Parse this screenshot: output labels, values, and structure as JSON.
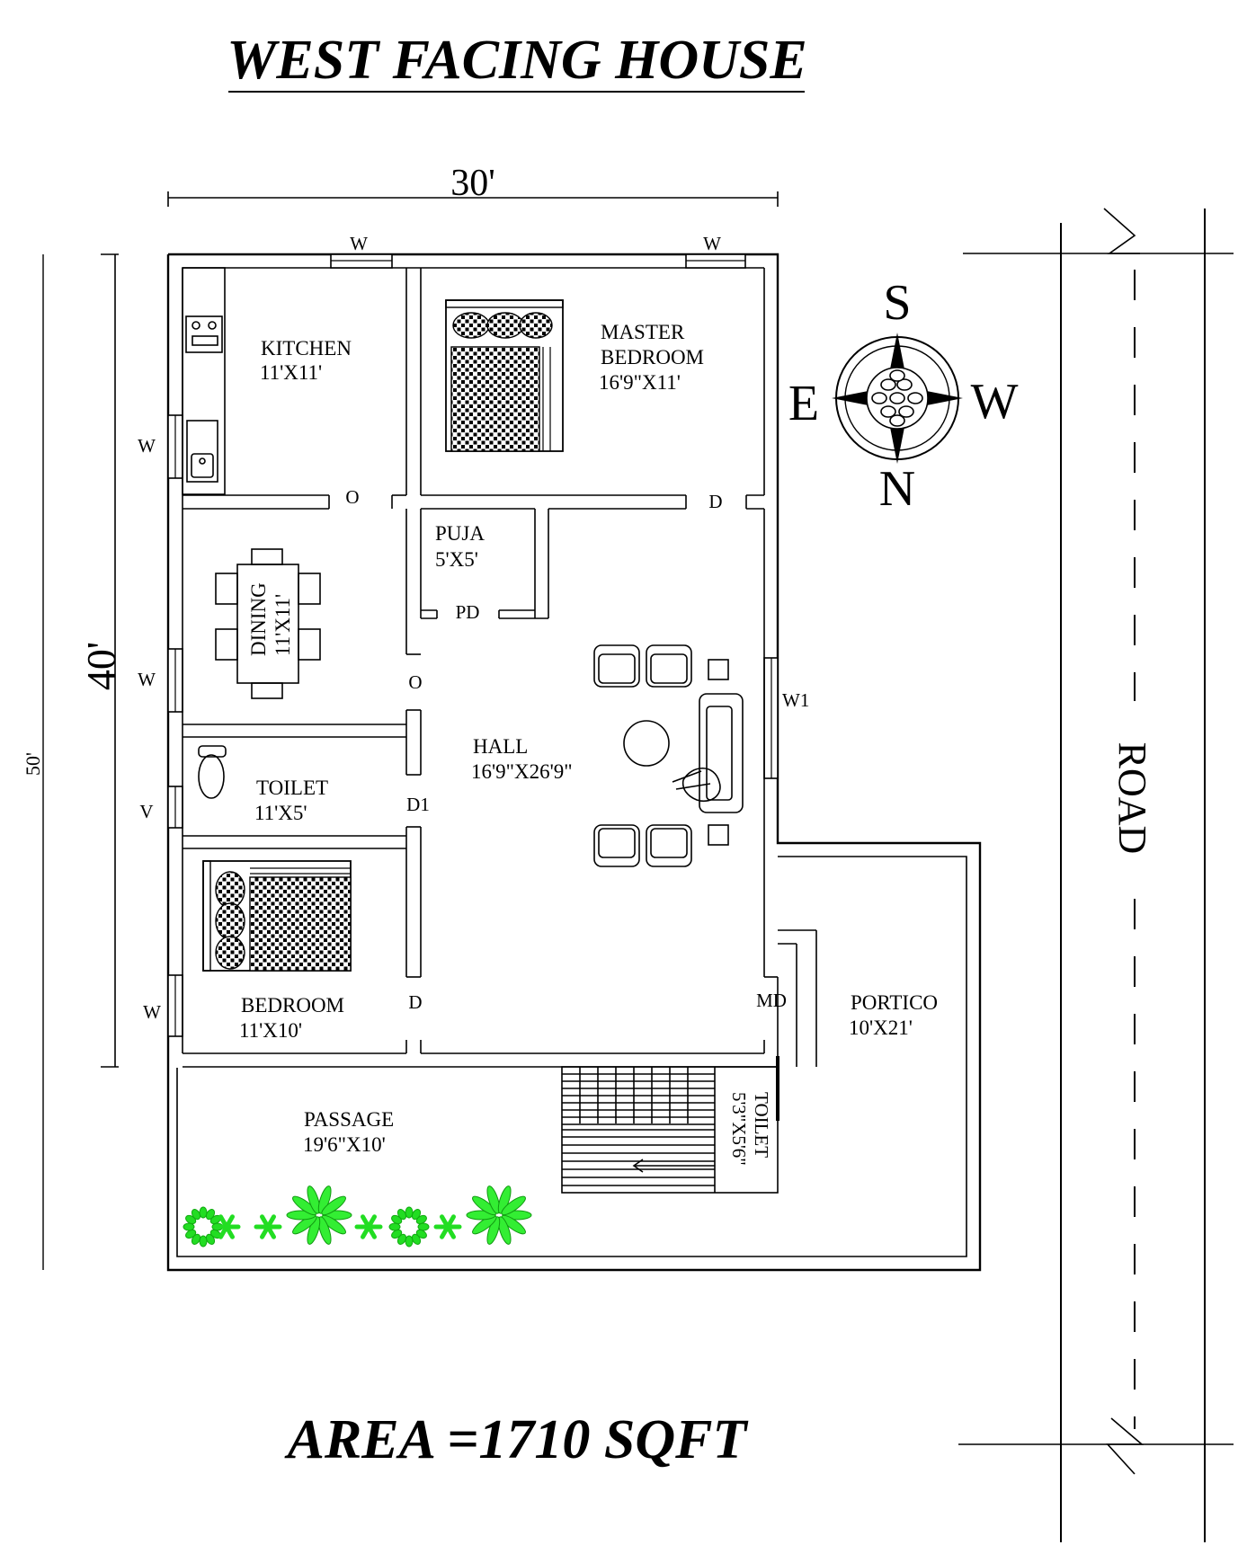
{
  "title": "WEST FACING HOUSE",
  "area": "AREA =1710 SQFT",
  "dimensions": {
    "width": "30'",
    "depth": "40'",
    "plot_depth": "50'"
  },
  "compass": {
    "top": "S",
    "bottom": "N",
    "left": "E",
    "right": "W"
  },
  "road": "ROAD",
  "rooms": {
    "kitchen": {
      "name": "KITCHEN",
      "size": "11'X11'"
    },
    "master": {
      "name1": "MASTER",
      "name2": "BEDROOM",
      "size": "16'9\"X11'"
    },
    "dining": {
      "name": "DINING",
      "size": "11'X11'"
    },
    "puja": {
      "name": "PUJA",
      "size": "5'X5'"
    },
    "hall": {
      "name": "HALL",
      "size": "16'9\"X26'9\""
    },
    "toilet": {
      "name": "TOILET",
      "size": "11'X5'"
    },
    "bedroom": {
      "name": "BEDROOM",
      "size": "11'X10'"
    },
    "portico": {
      "name": "PORTICO",
      "size": "10'X21'"
    },
    "passage": {
      "name": "PASSAGE",
      "size": "19'6\"X10'"
    },
    "toilet2": {
      "name": "TOILET",
      "size": "5'3\"X5'6\""
    }
  },
  "tags": {
    "w_top_left": "W",
    "w_top_right": "W",
    "w_kitchen": "W",
    "w_dining": "W",
    "v_toilet": "V",
    "w_bedroom": "W",
    "w1": "W1",
    "o_kitchen": "O",
    "o_dining": "O",
    "d_master": "D",
    "pd": "PD",
    "d1": "D1",
    "d_bedroom": "D",
    "md": "MD"
  }
}
